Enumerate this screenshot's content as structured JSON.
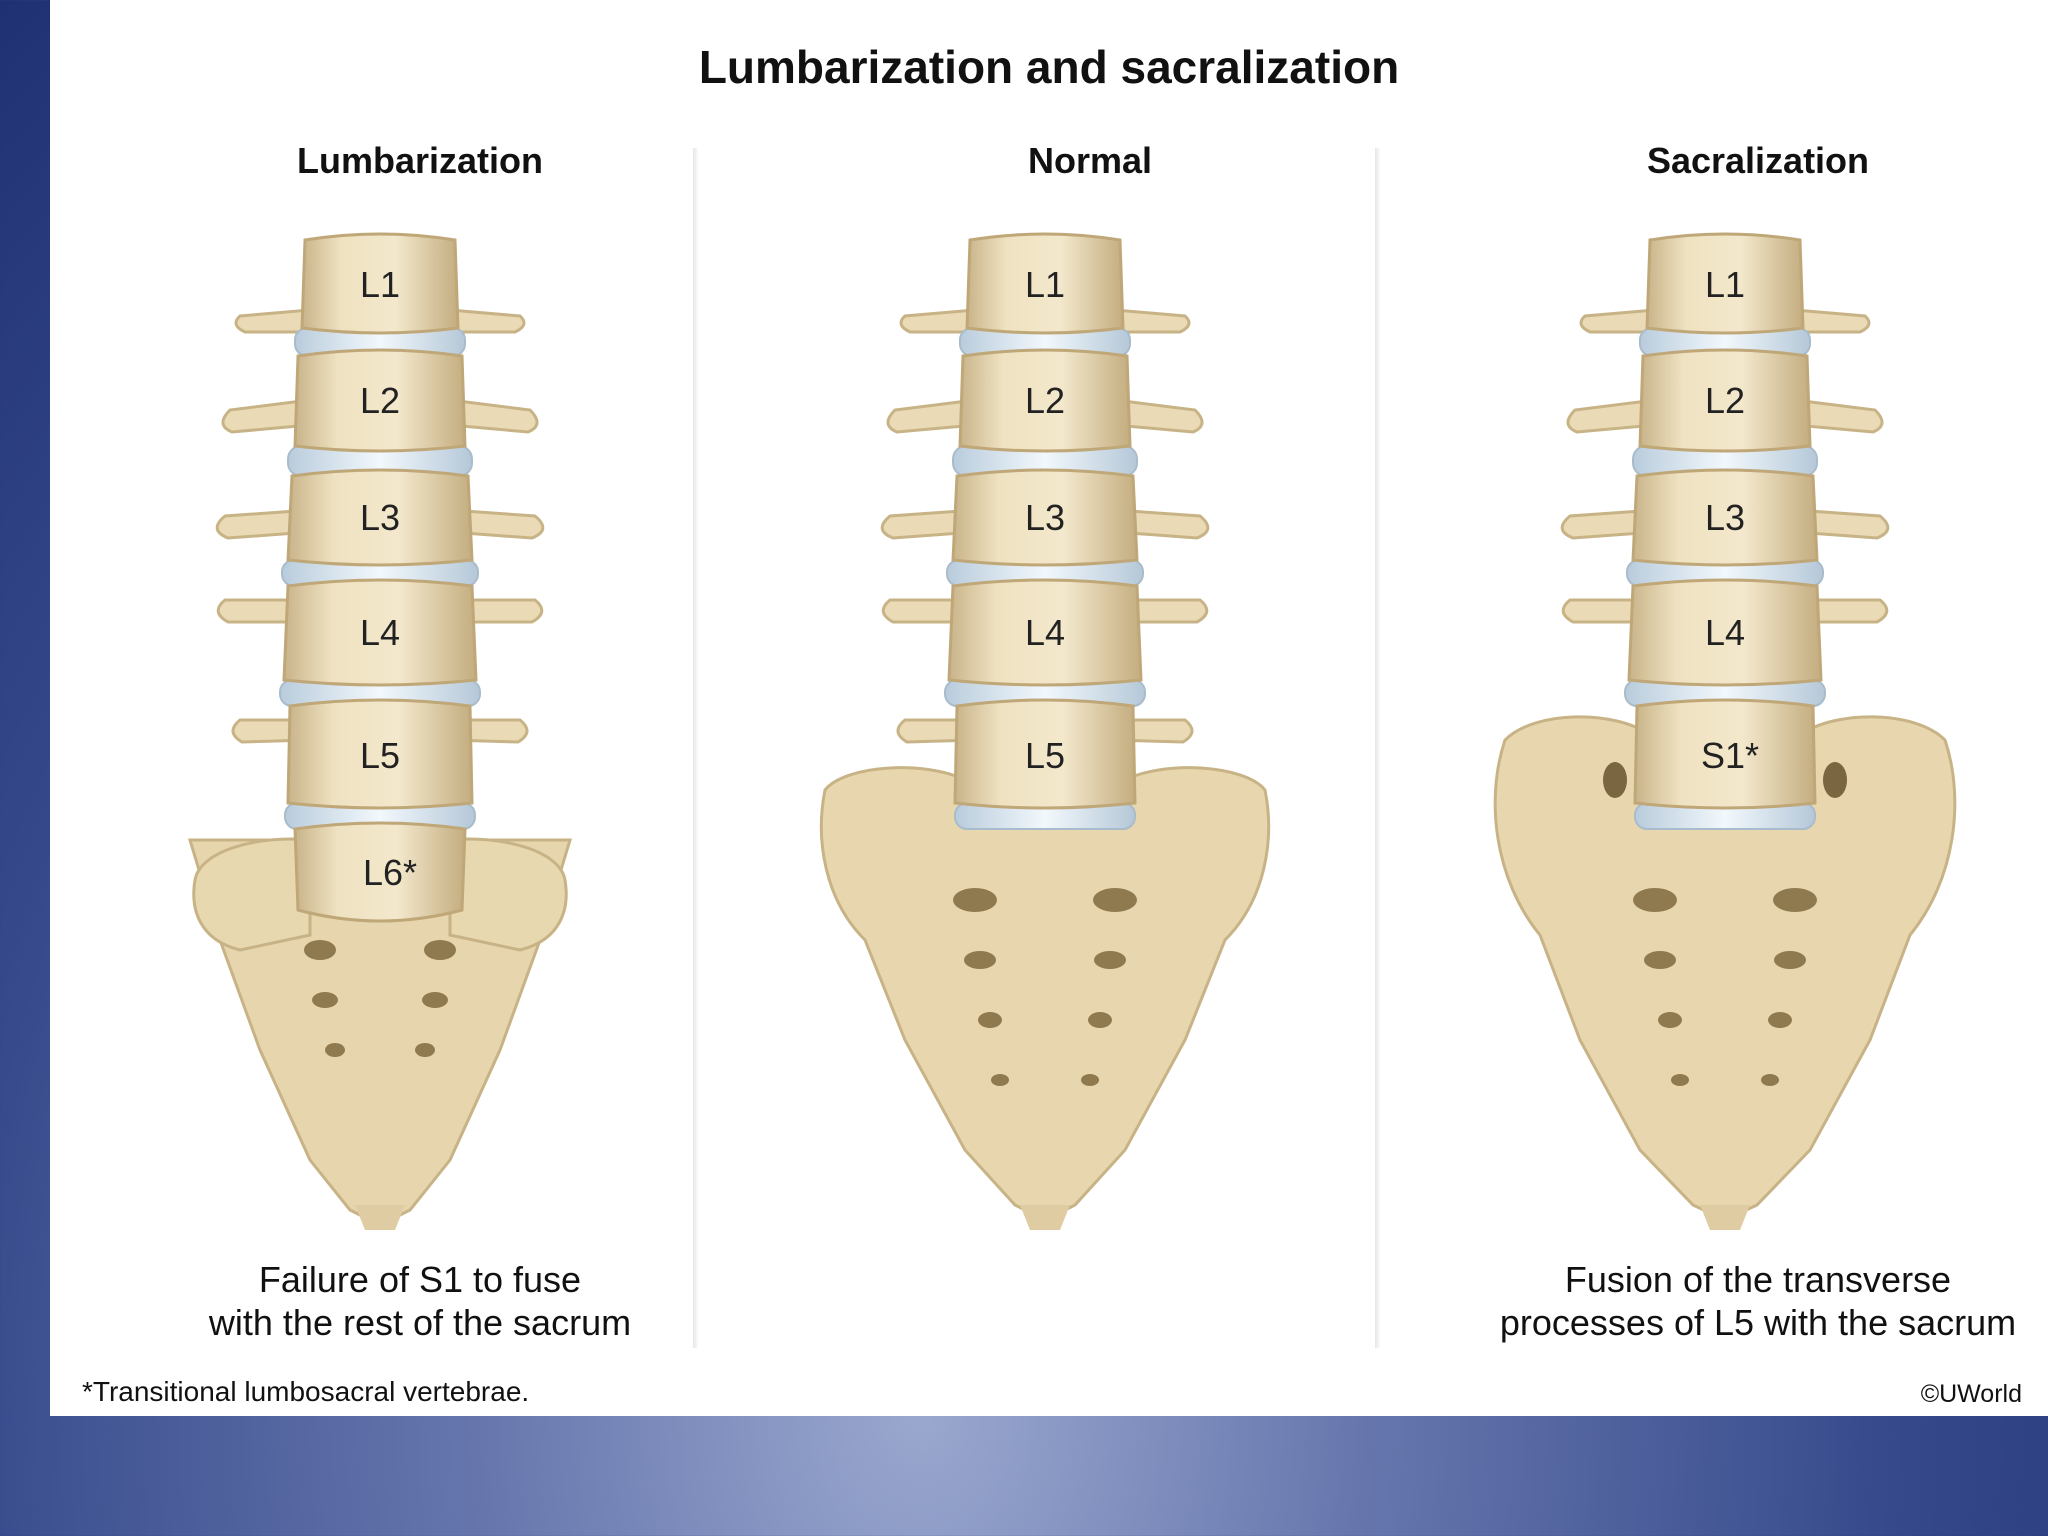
{
  "title": "Lumbarization and sacralization",
  "panels": [
    {
      "heading": "Lumbarization",
      "vertebrae": [
        "L1",
        "L2",
        "L3",
        "L4",
        "L5",
        "L6*"
      ],
      "caption_line1": "Failure of S1 to fuse",
      "caption_line2": "with the rest of the sacrum"
    },
    {
      "heading": "Normal",
      "vertebrae": [
        "L1",
        "L2",
        "L3",
        "L4",
        "L5"
      ],
      "caption_line1": "",
      "caption_line2": ""
    },
    {
      "heading": "Sacralization",
      "vertebrae": [
        "L1",
        "L2",
        "L3",
        "L4",
        "S1*"
      ],
      "caption_line1": "Fusion of the transverse",
      "caption_line2": "processes of L5 with the sacrum"
    }
  ],
  "footnote": "*Transitional lumbosacral vertebrae.",
  "credit": "©UWorld",
  "colors": {
    "bone": "#ead9b2",
    "bone_shadow": "#c9b48a",
    "disc": "#dbe9f3",
    "background_blue": "#34488a"
  }
}
